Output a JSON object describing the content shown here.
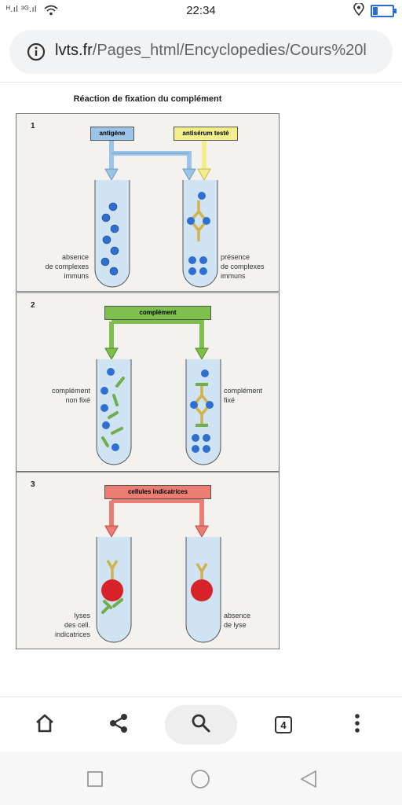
{
  "status_bar": {
    "signal": "ᴴ.ıl ³ᴳ.ıl",
    "time": "22:34",
    "icons": [
      "wifi-icon",
      "location-icon",
      "battery-icon"
    ]
  },
  "browser": {
    "url_host": "lvts.fr",
    "url_path": "/Pages_html/Encyclopedies/Cours%20l",
    "tab_count": "4"
  },
  "figure": {
    "title": "Réaction de fixation du complément",
    "panels": [
      {
        "number": "1",
        "left_box": "antigène",
        "right_box": "antisérum testé",
        "left_label": [
          "absence",
          "de complexes",
          "immuns"
        ],
        "right_label": [
          "présence",
          "de complexes",
          "immuns"
        ]
      },
      {
        "number": "2",
        "box": "complément",
        "left_label": [
          "complément",
          "non fixé"
        ],
        "right_label": [
          "complément",
          "fixé"
        ]
      },
      {
        "number": "3",
        "box": "cellules indicatrices",
        "left_label": [
          "lyses",
          "des cell.",
          "indicatrices"
        ],
        "right_label": [
          "absence",
          "de lyse"
        ]
      }
    ]
  },
  "colors": {
    "antigen_box": "#9cc3e8",
    "antiserum_box": "#f3ee8c",
    "complement_box": "#7fbf4d",
    "cells_box": "#ec7d72",
    "tube_fill": "#cfe3f2",
    "dot": "#2f6fd0",
    "antibody": "#d2b24a",
    "red_cell": "#d8222a"
  }
}
